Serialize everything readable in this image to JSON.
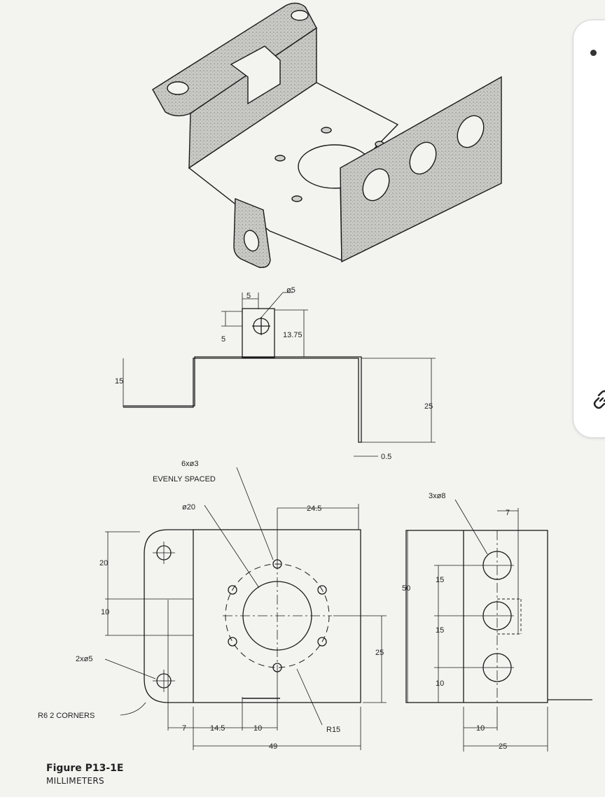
{
  "figure": {
    "caption_title": "Figure P13-1E",
    "caption_units": "MILLIMETERS"
  },
  "dimensions": {
    "front": {
      "tab_width": "5",
      "tab_hole": "ø5",
      "tab_hole_offset": "5",
      "tab_height": "13.75",
      "left_flange_height": "15",
      "right_height": "25",
      "thickness": "0.5"
    },
    "top": {
      "small_holes": "6xø3",
      "small_holes_note": "EVENLY SPACED",
      "large_hole": "ø20",
      "center_offset": "24.5",
      "flange_upper": "20",
      "flange_lower": "10",
      "mount_holes": "2xø5",
      "corner_note": "R6 2 CORNERS",
      "bottom_7": "7",
      "bottom_14_5": "14.5",
      "bottom_10": "10",
      "overall_width": "49",
      "center_height": "25",
      "bolt_circle": "R15"
    },
    "side": {
      "holes": "3xø8",
      "top_offset": "7",
      "overall_height": "50",
      "spacing_1": "15",
      "spacing_2": "15",
      "bottom_offset": "10",
      "hole_offset": "10",
      "overall_depth": "25"
    }
  },
  "colors": {
    "line": "#1a1a1a",
    "hatch": "#9a9a9a",
    "paper": "#f3f3f0",
    "panel": "#ffffff"
  },
  "icons": {
    "panel_icon": "link-icon"
  }
}
